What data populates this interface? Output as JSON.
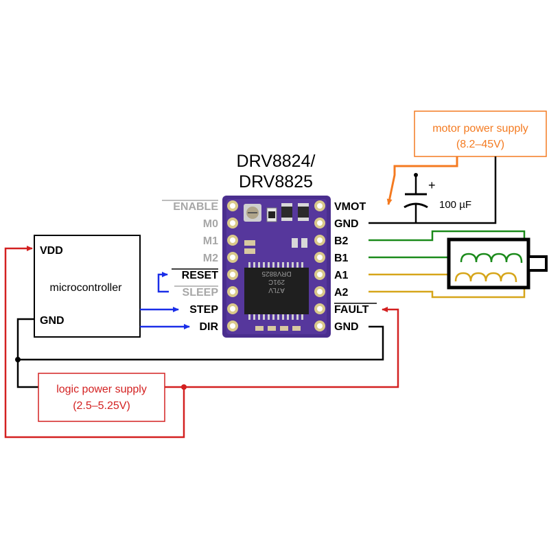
{
  "chip": {
    "title_line1": "DRV8824/",
    "title_line2": "DRV8825"
  },
  "left_pins": {
    "enable": "ENABLE",
    "m0": "M0",
    "m1": "M1",
    "m2": "M2",
    "reset": "RESET",
    "sleep": "SLEEP",
    "step": "STEP",
    "dir": "DIR"
  },
  "right_pins": {
    "vmot": "VMOT",
    "gnd_top": "GND",
    "b2": "B2",
    "b1": "B1",
    "a1": "A1",
    "a2": "A2",
    "fault": "FAULT",
    "gnd_bottom": "GND"
  },
  "microcontroller": {
    "vdd": "VDD",
    "name": "microcontroller",
    "gnd": "GND"
  },
  "motor_supply": {
    "line1": "motor power supply",
    "line2": "(8.2–45V)"
  },
  "logic_supply": {
    "line1": "logic power supply",
    "line2": "(2.5–5.25V)"
  },
  "capacitor": {
    "value": "100 µF",
    "plus": "+"
  },
  "chip_marking": {
    "line1": "DRV8825",
    "line2": "291C",
    "line3": "A7LV"
  },
  "colors": {
    "orange": "#f47a20",
    "red": "#d32020",
    "blue": "#1a2ee8",
    "green": "#1a8a1a",
    "yellow": "#d6a519",
    "board": "#4a2e8e",
    "gray_label": "#a7a7a7"
  }
}
